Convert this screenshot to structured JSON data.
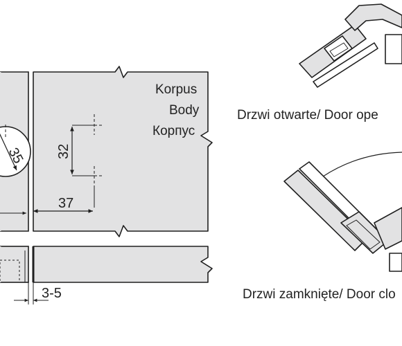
{
  "labels": {
    "body_pl": "Korpus",
    "body_en": "Body",
    "body_ru": "Корпус",
    "caption_open": "Drzwi otwarte/ Door ope",
    "caption_closed": "Drzwi zamknięte/ Door clo"
  },
  "dimensions": {
    "cup_diameter": "35",
    "hole_spacing": "32",
    "hole_offset": "37",
    "gap": "3-5"
  },
  "colors": {
    "panel_fill": "#e2e2e3",
    "stroke": "#1f1f1f",
    "background": "#ffffff"
  }
}
